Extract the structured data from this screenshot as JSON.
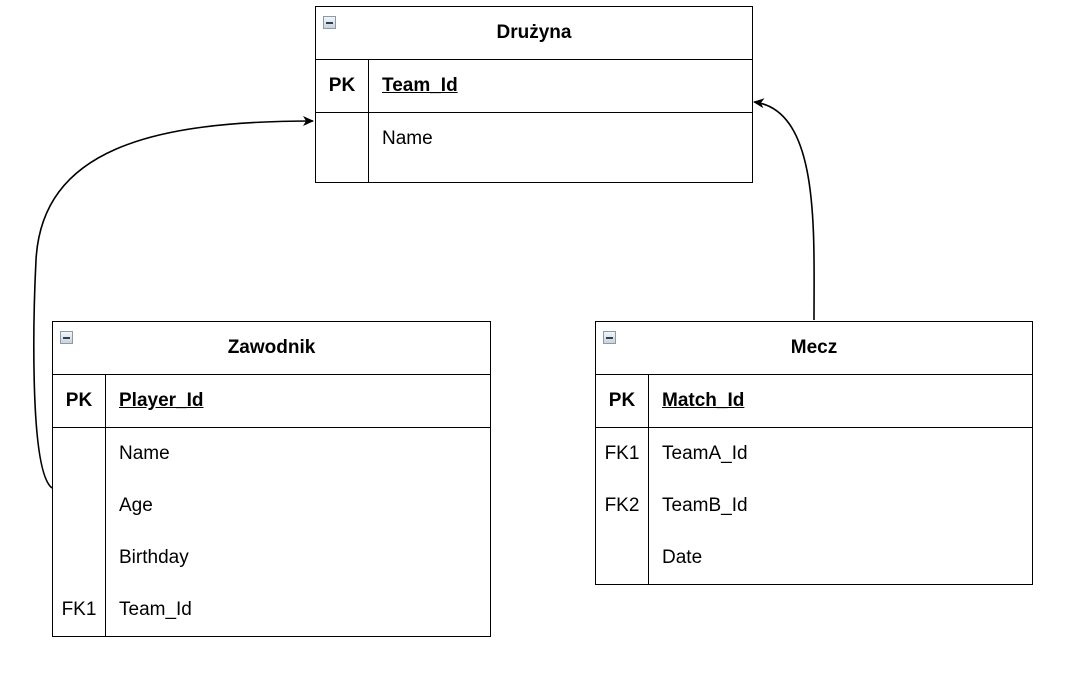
{
  "entities": {
    "team": {
      "title": "Drużyna",
      "pk": {
        "key": "PK",
        "field": "Team_Id"
      },
      "rows": [
        {
          "key": "",
          "field": "Name"
        }
      ]
    },
    "player": {
      "title": "Zawodnik",
      "pk": {
        "key": "PK",
        "field": "Player_Id"
      },
      "rows": [
        {
          "key": "",
          "field": "Name"
        },
        {
          "key": "",
          "field": "Age"
        },
        {
          "key": "",
          "field": "Birthday"
        },
        {
          "key": "FK1",
          "field": "Team_Id"
        }
      ]
    },
    "match": {
      "title": "Mecz",
      "pk": {
        "key": "PK",
        "field": "Match_Id"
      },
      "rows": [
        {
          "key": "FK1",
          "field": "TeamA_Id"
        },
        {
          "key": "FK2",
          "field": "TeamB_Id"
        },
        {
          "key": "",
          "field": "Date"
        }
      ]
    }
  },
  "relationships": [
    {
      "from": "Zawodnik.Team_Id",
      "to": "Drużyna.Team_Id"
    },
    {
      "from": "Mecz",
      "to": "Drużyna.Team_Id"
    }
  ]
}
